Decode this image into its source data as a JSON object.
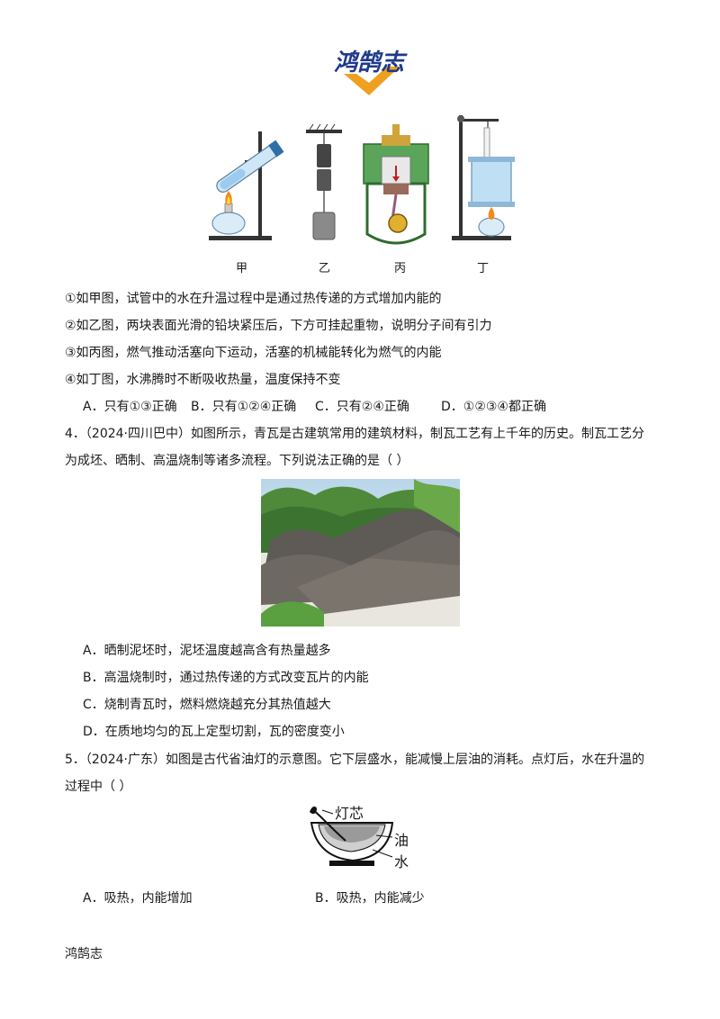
{
  "header": {
    "logo_text": "鸿鹄志"
  },
  "figure1": {
    "labels": [
      "甲",
      "乙",
      "丙",
      "丁"
    ]
  },
  "q3": {
    "statements": [
      "①如甲图，试管中的水在升温过程中是通过热传递的方式增加内能的",
      "②如乙图，两块表面光滑的铅块紧压后，下方可挂起重物，说明分子间有引力",
      "③如丙图，燃气推动活塞向下运动，活塞的机械能转化为燃气的内能",
      "④如丁图，水沸腾时不断吸收热量，温度保持不变"
    ],
    "options": [
      "A．只有①③正确",
      "B．只有①②④正确",
      "C．只有②④正确",
      "D．①②③④都正确"
    ]
  },
  "q4": {
    "stem_line1": "4．（2024·四川巴中）如图所示，青瓦是古建筑常用的建筑材料，制瓦工艺有上千年的历史。制瓦工艺分",
    "stem_line2": "为成坯、晒制、高温烧制等诸多流程。下列说法正确的是（    ）",
    "options": [
      "A．晒制泥坯时，泥坯温度越高含有热量越多",
      "B．高温烧制时，通过热传递的方式改变瓦片的内能",
      "C．烧制青瓦时，燃料燃烧越充分其热值越大",
      "D．在质地均匀的瓦上定型切割，瓦的密度变小"
    ]
  },
  "q5": {
    "stem_line1": "5．（2024·广东）如图是古代省油灯的示意图。它下层盛水，能减慢上层油的消耗。点灯后，水在升温的",
    "stem_line2": "过程中（        ）",
    "lamp_labels": {
      "wick": "灯芯",
      "oil": "油",
      "water": "水"
    },
    "options": [
      "A．吸热，内能增加",
      "B．吸热，内能减少"
    ]
  },
  "footer": {
    "text": "鸿鹄志"
  }
}
